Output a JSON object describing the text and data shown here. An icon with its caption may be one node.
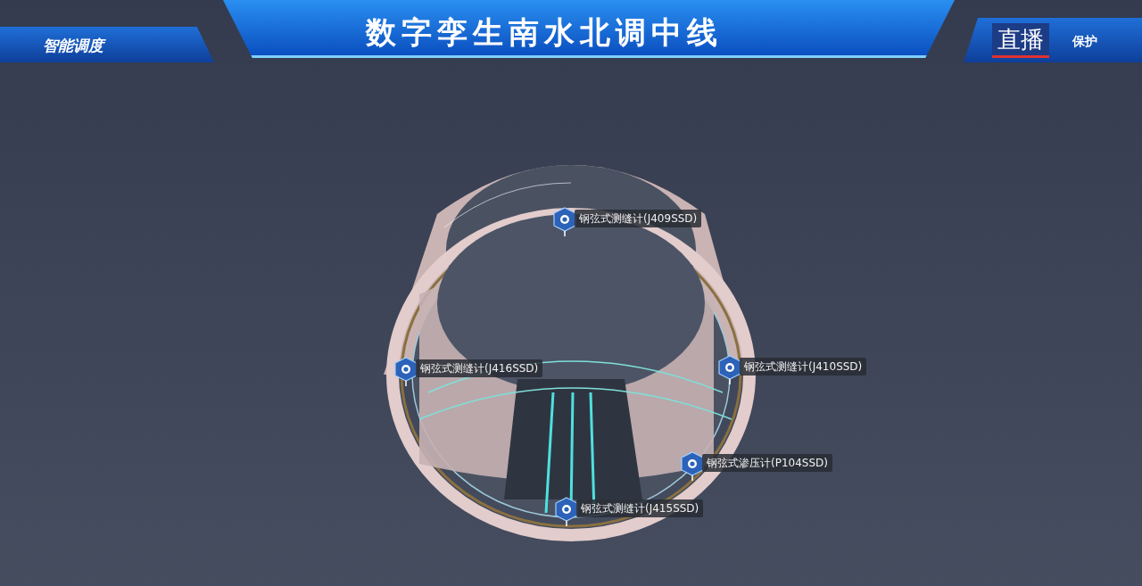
{
  "diagram": {
    "title": "数字孪生南水北调中线",
    "nodes": [
      {
        "text": [
          "钢弦式测缝计(J409SSD)"
        ]
      },
      {
        "text": [
          "钢弦式测缝计(J416SSD)"
        ]
      },
      {
        "text": [
          "钢弦式测缝计(J410SSD)"
        ]
      },
      {
        "text": [
          "钢弦式渗压计(P104SSD)"
        ]
      },
      {
        "text": [
          "钢弦式测缝计(J415SSD)"
        ]
      }
    ],
    "labels": [
      "智能调度",
      "直播",
      "保护"
    ]
  }
}
